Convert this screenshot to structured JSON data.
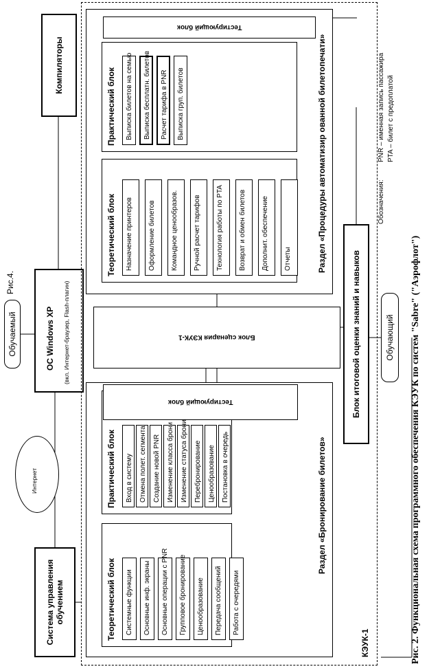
{
  "caption": "Рис. 2. Функциональная схема программного обеспечения КЭУК по систем \"Sabre\"  (\"Аэрофлот\")",
  "notes": {
    "title": "Обозначения:",
    "pnr": "PNR – именная запись пассажира",
    "pta": "PTA – билет с предоплатой"
  },
  "rik4": "Рис.4.",
  "left": {
    "lms": "Система управления обучением",
    "internet": "Интернет",
    "os_title": "ОС Windows XP",
    "os_sub": "(вкл. Интернет-браузер, Flash-плагин)",
    "learner": "Обучаемый",
    "compilers": "Компиляторы"
  },
  "keuk_label": "КЭУК-1",
  "booking": {
    "section": "Раздел «Бронирование билетов»",
    "theory_title": "Теоретический блок",
    "theory_items": [
      "Системные функции",
      "Основные инф. экраны",
      "Основные операции с PNR",
      "Групповое бронирование",
      "Ценообразование",
      "Передача сообщений",
      "Работа с очередями"
    ],
    "practice_title": "Практический блок",
    "practice_items": [
      "Вход в систему",
      "Отмена полет. сегмента",
      "Создание новой PNR",
      "Изменение класса брони",
      "Изменение статуса брони",
      "Перебронирование",
      "Ценообразование",
      "Постановка в очередь"
    ],
    "test": "Тестирующий блок"
  },
  "scenario": "Блок сценария КЭУК-1",
  "tickets": {
    "section": "Раздел «Процедуры автоматизир ованной билетопечати»",
    "theory_title": "Теоретический блок",
    "theory_items": [
      "Назначение принтеров",
      "Оформление билетов",
      "Командное ценообразов.",
      "Ручной расчет тарифов",
      "Технология работы по PTA",
      "Возврат и обмен билетов",
      "Дополнит. обеспечение",
      "Отчеты"
    ],
    "practice_title": "Практический блок",
    "practice_items": [
      "Выписка билетов на семью",
      "Выписка бесплатн. билетов",
      "Расчет тарифа в PNR",
      "Выписка груп. билетов"
    ],
    "test": "Тестирующий блок"
  },
  "final_block": "Блок итоговой оценки знаний и навыков",
  "instructor": "Обучающий"
}
